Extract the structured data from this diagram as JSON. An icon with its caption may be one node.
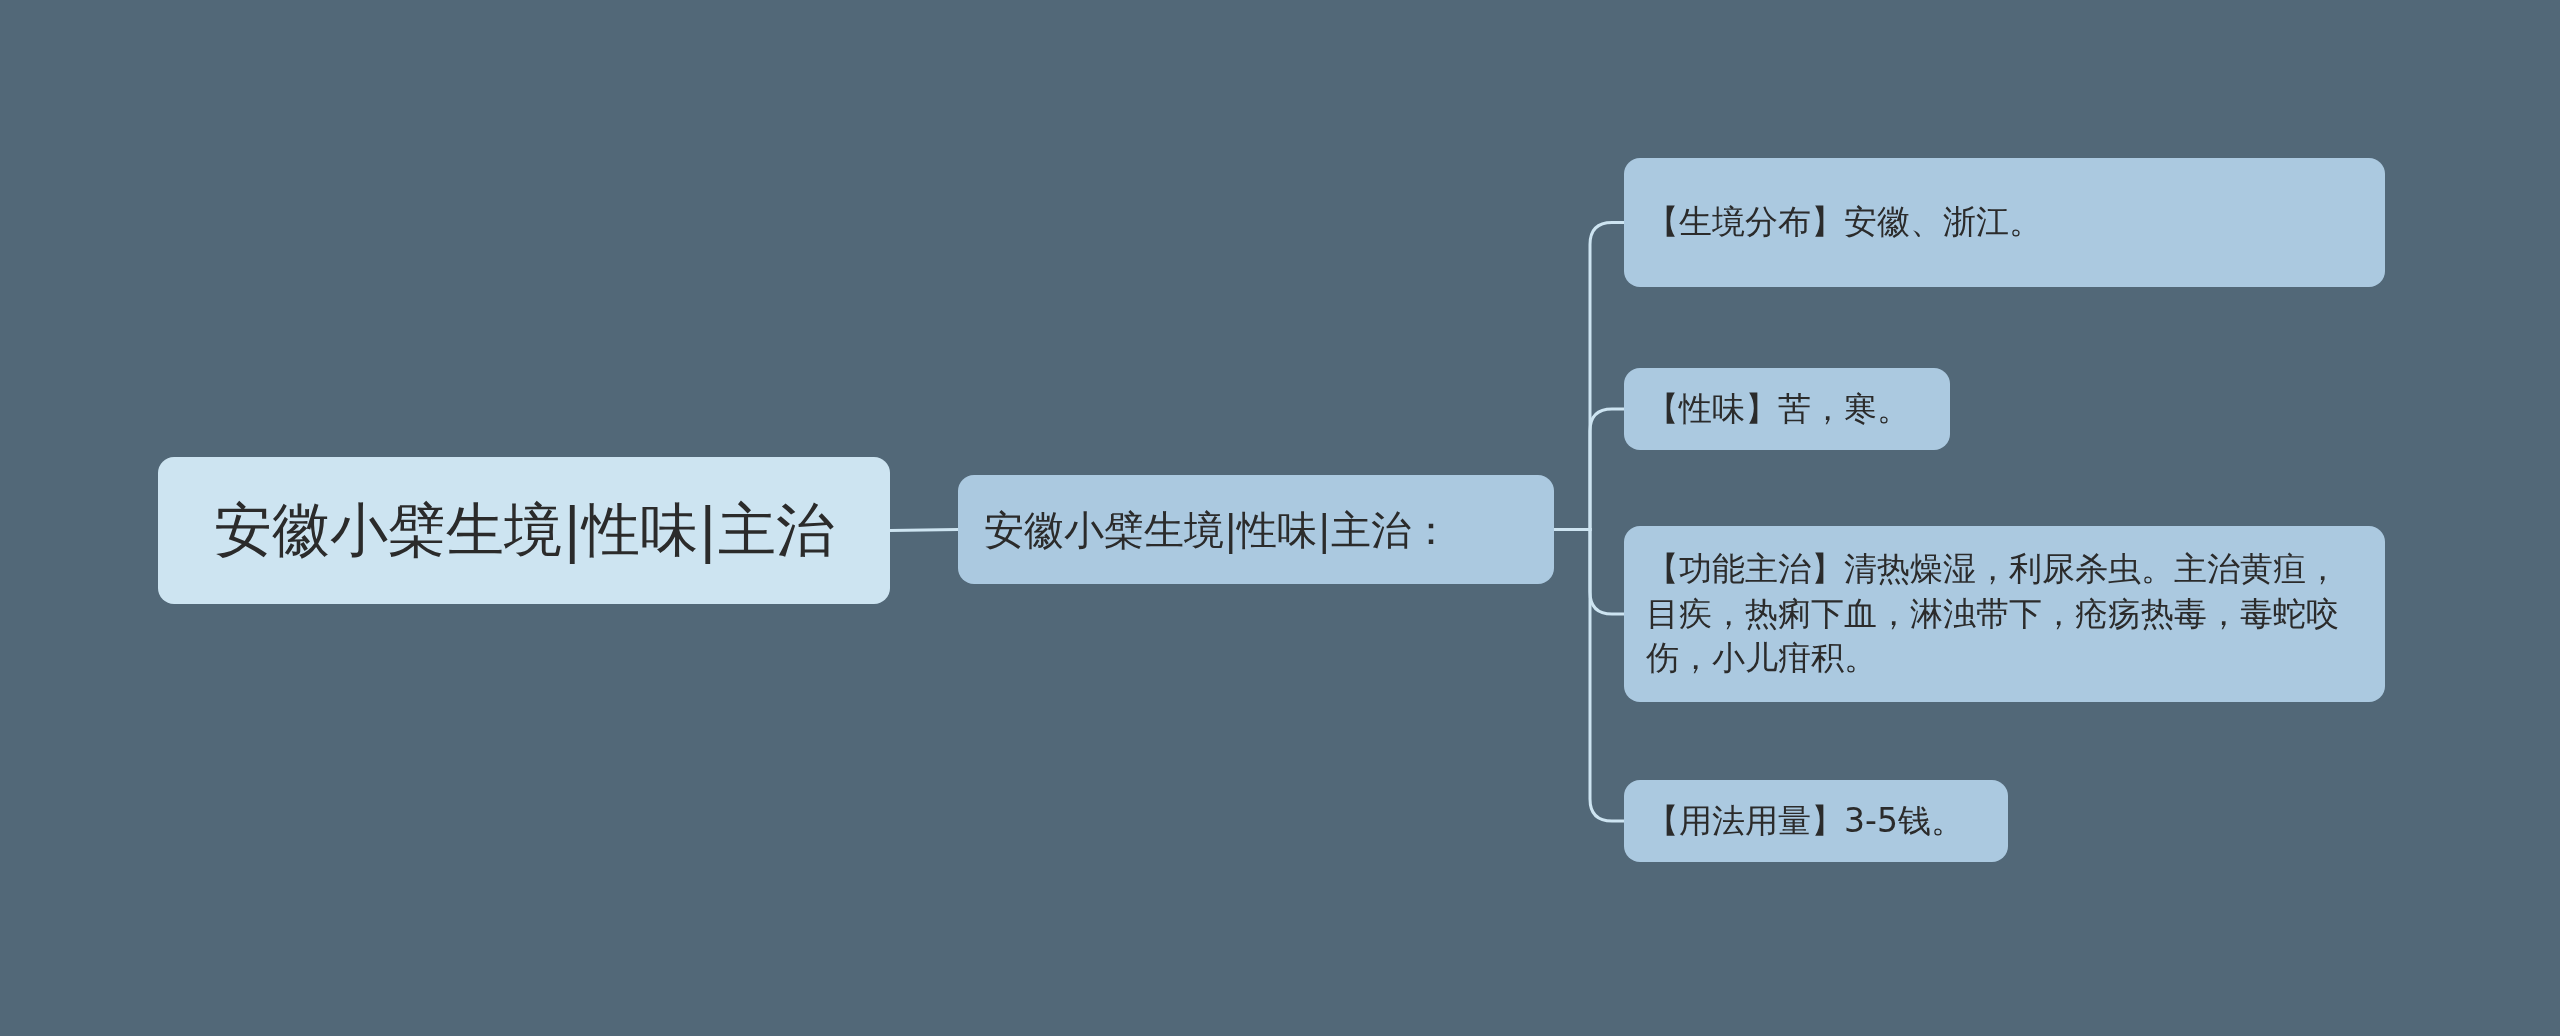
{
  "diagram": {
    "nodes": [
      {
        "text": [
          "安徽小檗生境|性味|主治"
        ]
      },
      {
        "text": [
          "安徽小檗生境|性味|主治："
        ]
      },
      {
        "text": [
          "【生境分布】安徽、浙江。"
        ]
      },
      {
        "text": [
          "【性味】苦，寒。"
        ]
      },
      {
        "text": [
          "【功能主治】清热燥湿，利尿杀虫。主治黄疸，目疾，热痢下血，淋浊带下，疮疡热毒，毒蛇咬伤，小儿疳积。"
        ]
      },
      {
        "text": [
          "【用法用量】3-5钱。"
        ]
      }
    ],
    "edges": [
      {
        "from": 0,
        "to": 1,
        "arrow": "none"
      },
      {
        "from": 1,
        "to": 2,
        "arrow": "none"
      },
      {
        "from": 1,
        "to": 3,
        "arrow": "none"
      },
      {
        "from": 1,
        "to": 4,
        "arrow": "none"
      },
      {
        "from": 1,
        "to": 5,
        "arrow": "none"
      }
    ]
  }
}
